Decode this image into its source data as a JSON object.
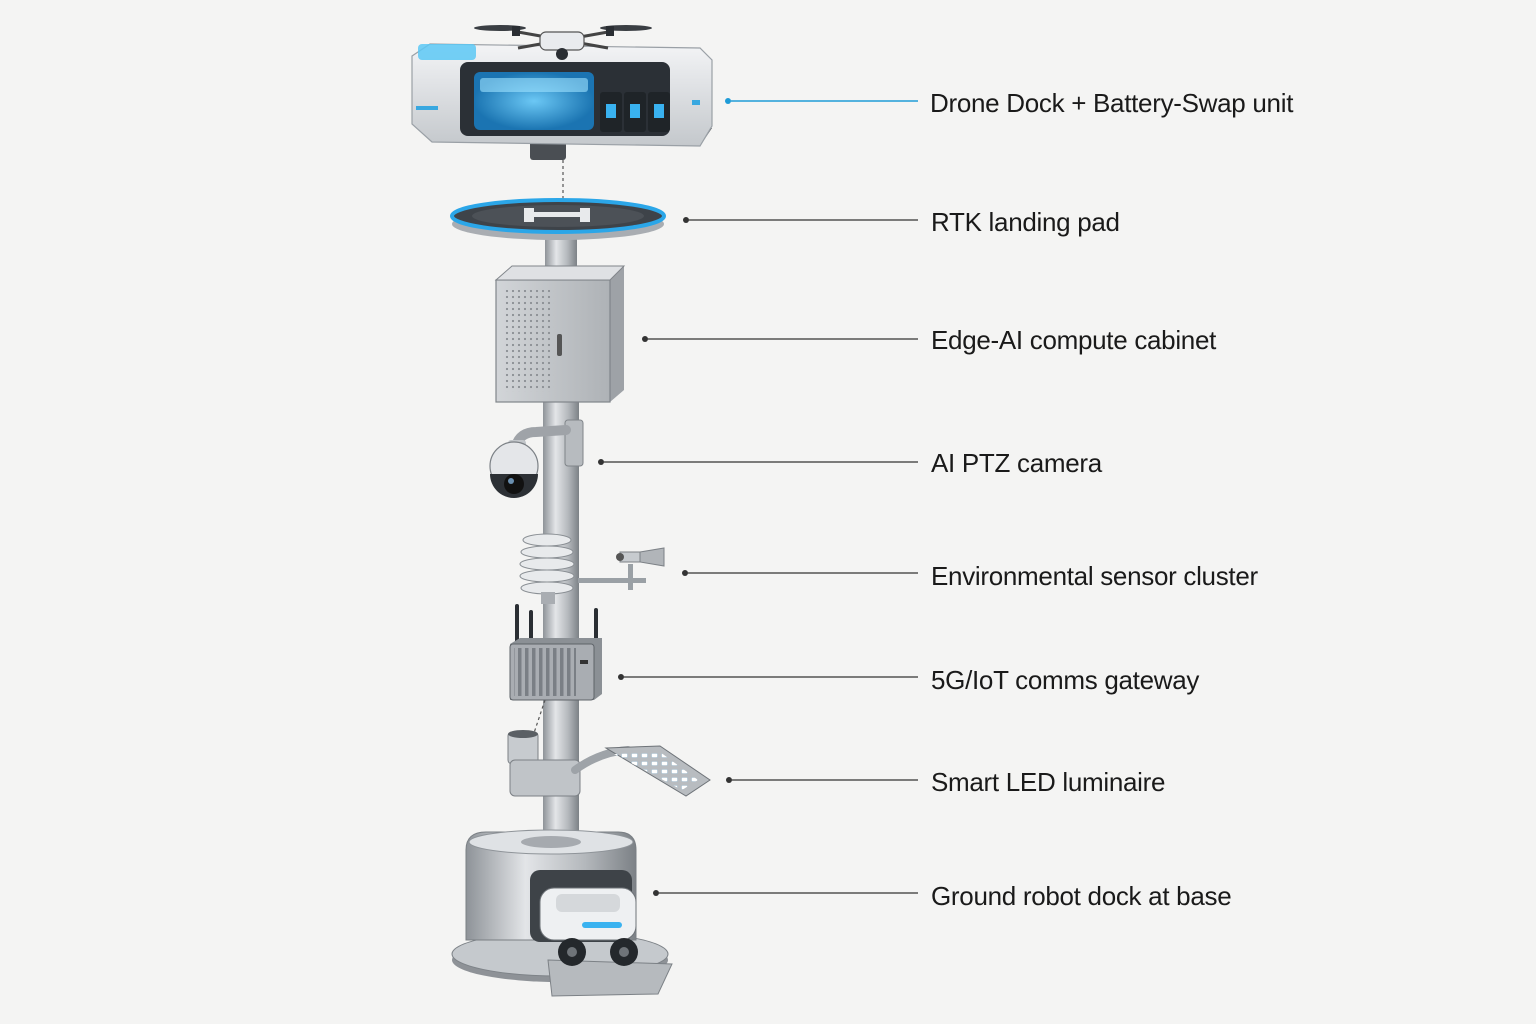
{
  "labels": [
    {
      "id": "drone-dock",
      "text": "Drone Dock + Battery-Swap unit"
    },
    {
      "id": "rtk-pad",
      "text": "RTK landing pad"
    },
    {
      "id": "edge-cabinet",
      "text": "Edge-AI compute cabinet"
    },
    {
      "id": "ptz-camera",
      "text": "AI PTZ camera"
    },
    {
      "id": "env-sensors",
      "text": "Environmental sensor cluster"
    },
    {
      "id": "comms-gateway",
      "text": "5G/IoT comms gateway"
    },
    {
      "id": "led-luminaire",
      "text": "Smart LED luminaire"
    },
    {
      "id": "robot-dock",
      "text": "Ground robot dock at base"
    }
  ],
  "colors": {
    "accent": "#1e9bd7",
    "leader_line": "#333333",
    "metal": "#c9ccd0",
    "background": "#f4f4f3"
  }
}
